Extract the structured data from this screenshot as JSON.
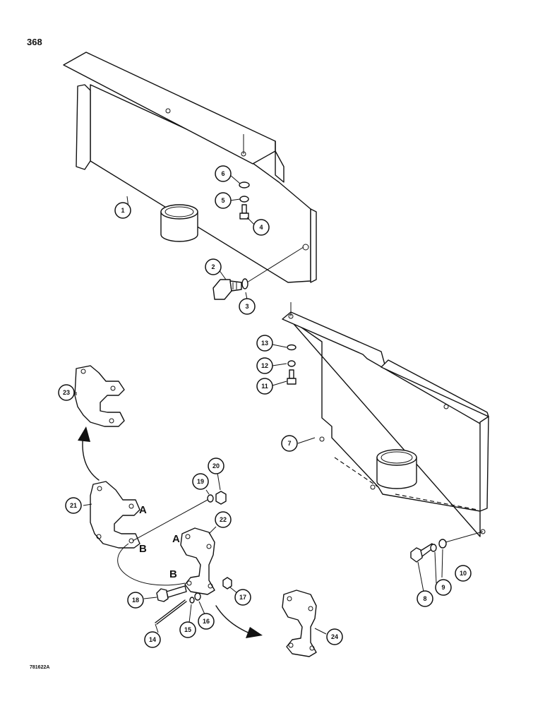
{
  "page_number": "368",
  "figure_code": "781622A",
  "callouts": [
    "1",
    "2",
    "3",
    "4",
    "5",
    "6",
    "7",
    "8",
    "9",
    "10",
    "11",
    "12",
    "13",
    "14",
    "15",
    "16",
    "17",
    "18",
    "19",
    "20",
    "21",
    "22",
    "23",
    "24"
  ],
  "letters": {
    "a": "A",
    "b": "B"
  }
}
